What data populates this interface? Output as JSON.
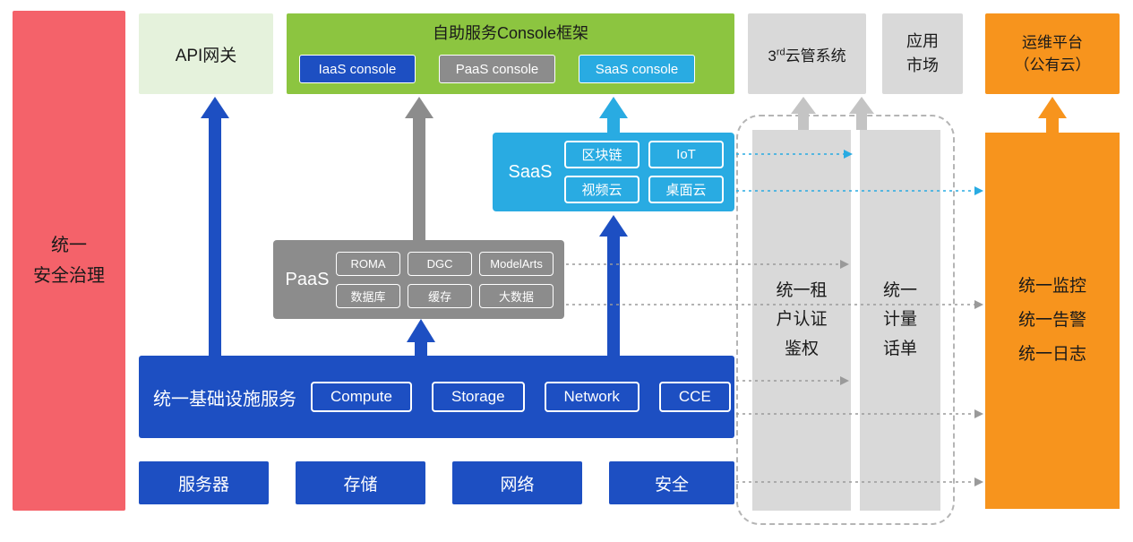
{
  "colors": {
    "security_red": "#f4626a",
    "api_gateway_green": "#e5f2dc",
    "console_green": "#8cc540",
    "primary_blue": "#1d4fc2",
    "paas_gray": "#8c8c8c",
    "light_gray": "#d9d9d9",
    "saas_cyan": "#29abe2",
    "ops_orange": "#f7941d"
  },
  "security_bar": {
    "label": "统一\n安全治理"
  },
  "api_gateway": {
    "label": "API网关"
  },
  "console_framework": {
    "title": "自助服务Console框架",
    "iaas_console": "IaaS console",
    "paas_console": "PaaS console",
    "saas_console": "SaaS console"
  },
  "third_party_cloud": {
    "base": "3",
    "sup": "rd",
    "rest": "云管系统"
  },
  "app_market": {
    "label": "应用\n市场"
  },
  "ops_platform": {
    "label": "运维平台\n（公有云）"
  },
  "saas": {
    "label": "SaaS",
    "items": [
      "区块链",
      "IoT",
      "视频云",
      "桌面云"
    ]
  },
  "paas": {
    "label": "PaaS",
    "items": [
      "ROMA",
      "DGC",
      "ModelArts",
      "数据库",
      "缓存",
      "大数据"
    ]
  },
  "infra": {
    "label": "统一基础设施服务",
    "items": [
      "Compute",
      "Storage",
      "Network",
      "CCE"
    ]
  },
  "resources": {
    "items": [
      "服务器",
      "存储",
      "网络",
      "安全"
    ]
  },
  "auth_bar": {
    "label": "统一租\n户认证\n鉴权"
  },
  "metering_bar": {
    "label": "统一\n计量\n话单"
  },
  "monitor": {
    "label": "统一监控\n统一告警\n统一日志"
  }
}
